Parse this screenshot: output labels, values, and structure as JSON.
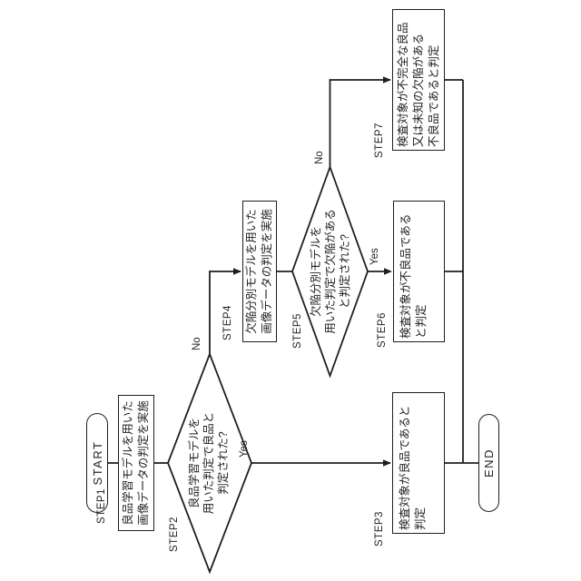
{
  "figure": {
    "type": "flowchart",
    "orientation": "rotated-90-ccw",
    "colors": {
      "ink": "#1f1f1f",
      "background": "#ffffff"
    },
    "nodes": {
      "start": {
        "shape": "terminal",
        "label": "START"
      },
      "step1": {
        "shape": "process",
        "id": "STEP1",
        "lines": [
          "良品学習モデルを用いた",
          "画像データの判定を実施"
        ]
      },
      "step2": {
        "shape": "decision",
        "id": "STEP2",
        "lines": [
          "良品学習モデルを",
          "用いた判定で良品と",
          "判定された?"
        ]
      },
      "step3": {
        "shape": "process",
        "id": "STEP3",
        "lines": [
          "検査対象が良品であると",
          "判定"
        ]
      },
      "step4": {
        "shape": "process",
        "id": "STEP4",
        "lines": [
          "欠陥分別モデルを用いた",
          "画像データの判定を実施"
        ]
      },
      "step5": {
        "shape": "decision",
        "id": "STEP5",
        "lines": [
          "欠陥分別モデルを",
          "用いた判定で欠陥がある",
          "と判定された?"
        ]
      },
      "step6": {
        "shape": "process",
        "id": "STEP6",
        "lines": [
          "検査対象が不良品である",
          "と判定"
        ]
      },
      "step7": {
        "shape": "process",
        "id": "STEP7",
        "lines": [
          "検査対象が不完全な良品",
          "又は未知の欠陥がある",
          "不良品であると判定"
        ]
      },
      "end": {
        "shape": "terminal",
        "label": "END"
      }
    },
    "branches": {
      "step2_yes": "Yes",
      "step2_no": "No",
      "step5_yes": "Yes",
      "step5_no": "No"
    },
    "edges": [
      "start -> step1",
      "step1 -> step2",
      "step2 -Yes-> step3",
      "step2 -No-> step4",
      "step4 -> step5",
      "step5 -Yes-> step6",
      "step5 -No-> step7",
      "step3 -> end",
      "step6 -> end",
      "step7 -> end"
    ]
  }
}
